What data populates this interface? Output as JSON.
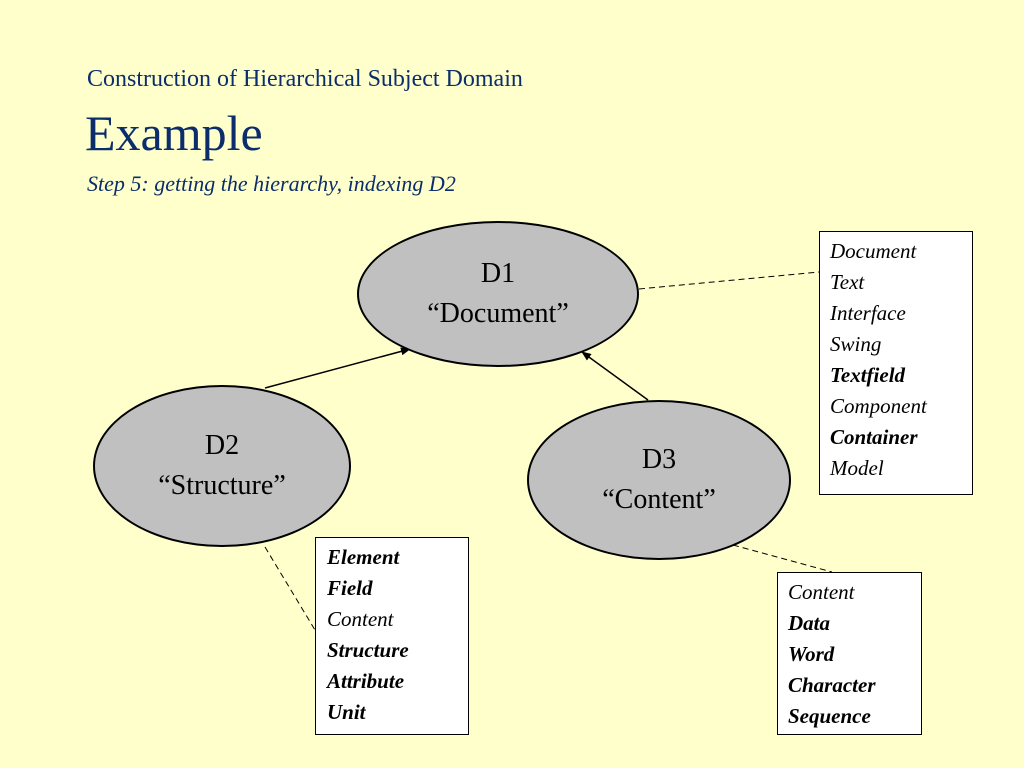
{
  "slide": {
    "supertitle": "Construction of Hierarchical Subject Domain",
    "title": "Example",
    "subtitle": "Step 5: getting the hierarchy, indexing D2"
  },
  "nodes": {
    "d1": {
      "id": "D1",
      "label": "“Document”"
    },
    "d2": {
      "id": "D2",
      "label": "“Structure”"
    },
    "d3": {
      "id": "D3",
      "label": "“Content”"
    }
  },
  "keywords": {
    "d1": [
      {
        "text": "Document",
        "bold": false
      },
      {
        "text": "Text",
        "bold": false
      },
      {
        "text": "Interface",
        "bold": false
      },
      {
        "text": "Swing",
        "bold": false
      },
      {
        "text": "Textfield",
        "bold": true
      },
      {
        "text": "Component",
        "bold": false
      },
      {
        "text": "Container",
        "bold": true
      },
      {
        "text": "Model",
        "bold": false
      }
    ],
    "d2": [
      {
        "text": "Element",
        "bold": true
      },
      {
        "text": "Field",
        "bold": true
      },
      {
        "text": "Content",
        "bold": false
      },
      {
        "text": "Structure",
        "bold": true
      },
      {
        "text": "Attribute",
        "bold": true
      },
      {
        "text": "Unit",
        "bold": true
      }
    ],
    "d3": [
      {
        "text": "Content",
        "bold": false
      },
      {
        "text": "Data",
        "bold": true
      },
      {
        "text": "Word",
        "bold": true
      },
      {
        "text": "Character",
        "bold": true
      },
      {
        "text": "Sequence",
        "bold": true
      }
    ]
  },
  "colors": {
    "background": "#ffffcc",
    "title": "#0b2d6b",
    "node_fill": "#c0c0c0"
  }
}
